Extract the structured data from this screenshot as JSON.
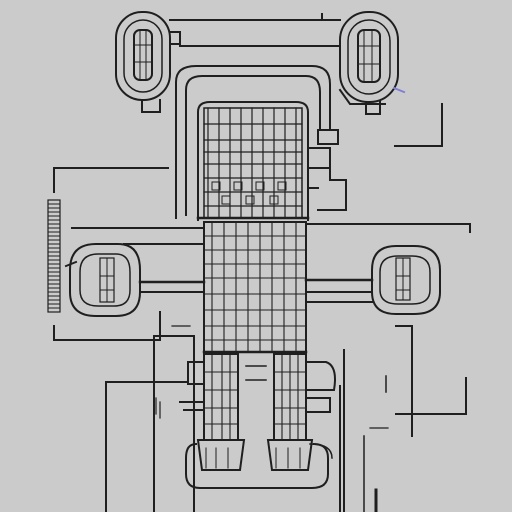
{
  "drawing": {
    "background_color": "#cbcbcb",
    "line_color": "#1f1f1f",
    "accent_color": "#7f7fd8",
    "subject": "robot-schematic",
    "components": [
      "left-head-pod",
      "right-head-pod",
      "torso-keypad-panel",
      "left-arm-pod",
      "right-arm-pod",
      "left-leg",
      "right-leg",
      "base-plate",
      "scale-bar"
    ]
  }
}
